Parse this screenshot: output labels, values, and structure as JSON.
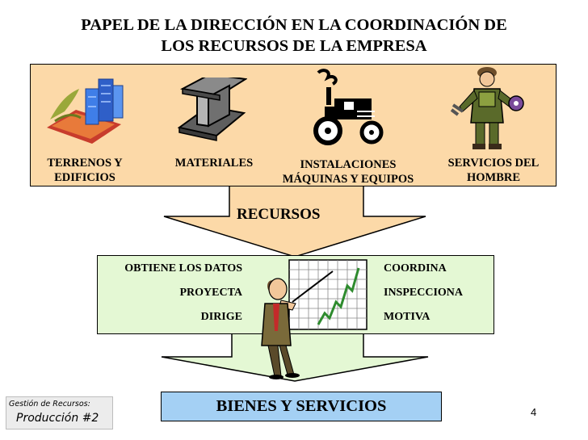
{
  "title": {
    "line1": "PAPEL DE LA DIRECCIÓN  EN LA COORDINACIÓN DE",
    "line2": "LOS RECURSOS DE LA EMPRESA"
  },
  "resources": [
    {
      "lines": [
        "TERRENOS Y",
        "EDIFICIOS"
      ],
      "icon": "buildings-icon"
    },
    {
      "lines": [
        "MATERIALES"
      ],
      "icon": "steel-beam-icon"
    },
    {
      "lines": [
        "INSTALACIONES",
        "MÁQUINAS Y EQUIPOS"
      ],
      "icon": "tractor-icon"
    },
    {
      "lines": [
        "SERVICIOS DEL",
        "HOMBRE"
      ],
      "icon": "worker-icon"
    }
  ],
  "recursos_label": "RECURSOS",
  "director": {
    "left_actions": [
      "OBTIENE LOS DATOS",
      "PROYECTA",
      "DIRIGE"
    ],
    "right_actions": [
      "COORDINA",
      "INSPECCIONA",
      "MOTIVA"
    ],
    "icon": "presenter-chart-icon"
  },
  "output_label": "BIENES Y SERVICIOS",
  "footer": {
    "line1": "Gestión de Recursos:",
    "line2": "Producción #2"
  },
  "page_number": "4",
  "colors": {
    "top_panel": "#FCD9A8",
    "middle_panel": "#E4F8D4",
    "output_box": "#A4D0F4",
    "arrows": "#FCD9A8"
  }
}
